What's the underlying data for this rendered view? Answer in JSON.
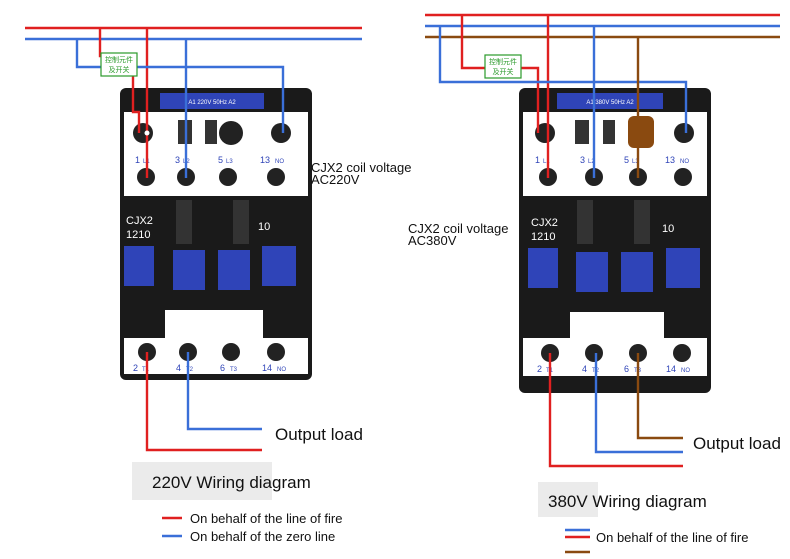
{
  "colors": {
    "fire": "#e02020",
    "zero": "#3a6fd8",
    "brown": "#8a4a10",
    "body": "#1a1a1a",
    "face": "#ffffff",
    "window": "#2f44b8",
    "switch": "#2a9a2a"
  },
  "left": {
    "coil_title": "CJX2 coil voltage",
    "coil_value": "AC220V",
    "model_line1": "CJX2",
    "model_line2": "1210",
    "contact_code": "10",
    "label_plate": "A1  220V 50Hz   A2",
    "switch_line1": "控制元件",
    "switch_line2": "及开关",
    "top_terminals": [
      {
        "num": "1",
        "sub": "L1"
      },
      {
        "num": "3",
        "sub": "L2"
      },
      {
        "num": "5",
        "sub": "L3"
      },
      {
        "num": "13",
        "sub": "NO"
      }
    ],
    "bottom_terminals": [
      {
        "num": "2",
        "sub": "T1"
      },
      {
        "num": "4",
        "sub": "T2"
      },
      {
        "num": "6",
        "sub": "T3"
      },
      {
        "num": "14",
        "sub": "NO"
      }
    ],
    "output_label": "Output load",
    "diagram_title": "220V Wiring diagram",
    "legend": [
      {
        "text": "On behalf of the line of fire",
        "color": "#e02020"
      },
      {
        "text": "On behalf of the zero line",
        "color": "#3a6fd8"
      }
    ]
  },
  "right": {
    "coil_title": "CJX2 coil voltage",
    "coil_value": "AC380V",
    "model_line1": "CJX2",
    "model_line2": "1210",
    "contact_code": "10",
    "label_plate": "A1  380V 50Hz   A2",
    "switch_line1": "控制元件",
    "switch_line2": "及开关",
    "top_terminals": [
      {
        "num": "1",
        "sub": "L1"
      },
      {
        "num": "3",
        "sub": "L2"
      },
      {
        "num": "5",
        "sub": "L3"
      },
      {
        "num": "13",
        "sub": "NO"
      }
    ],
    "bottom_terminals": [
      {
        "num": "2",
        "sub": "T1"
      },
      {
        "num": "4",
        "sub": "T2"
      },
      {
        "num": "6",
        "sub": "T3"
      },
      {
        "num": "14",
        "sub": "NO"
      }
    ],
    "output_label": "Output load",
    "diagram_title": "380V  Wiring diagram",
    "legend": [
      {
        "text": "On behalf of the line of fire",
        "color": "#e02020"
      }
    ]
  }
}
